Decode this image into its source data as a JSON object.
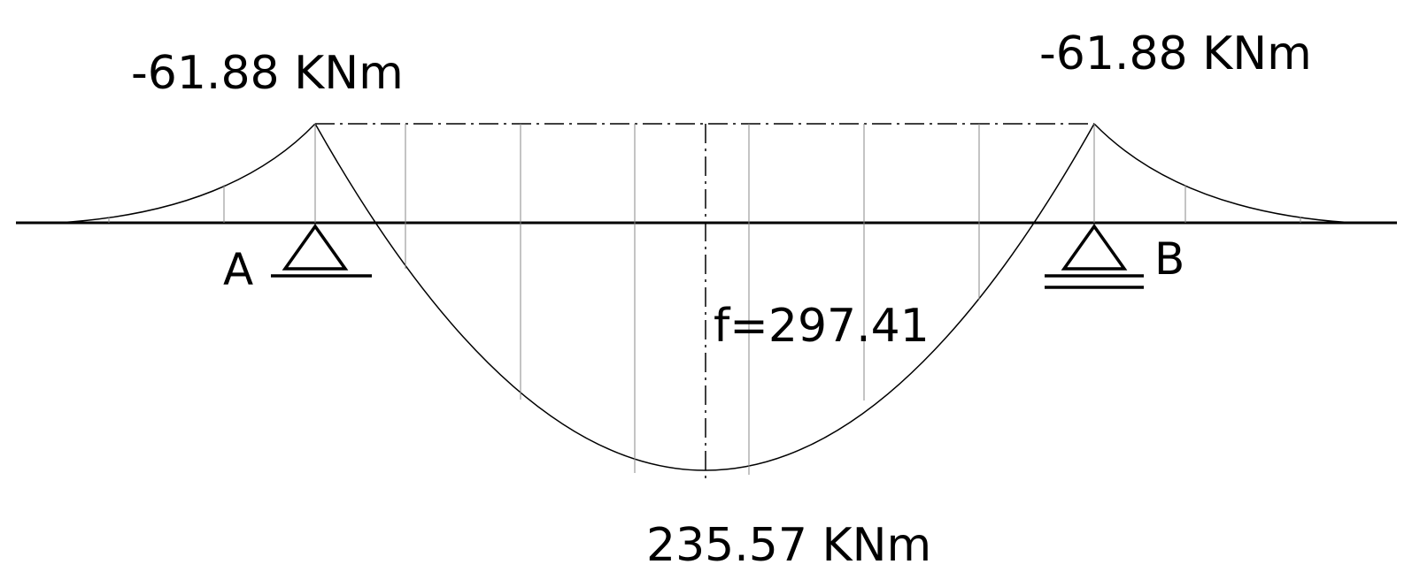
{
  "diagram": {
    "left_moment_label": "-61.88 KNm",
    "right_moment_label": "-61.88 KNm",
    "midspan_moment_label": "235.57 KNm",
    "sag_label": "f=297.41",
    "support_a_label": "A",
    "support_b_label": "B",
    "colors": {
      "line": "#000000",
      "background": "#ffffff"
    }
  }
}
